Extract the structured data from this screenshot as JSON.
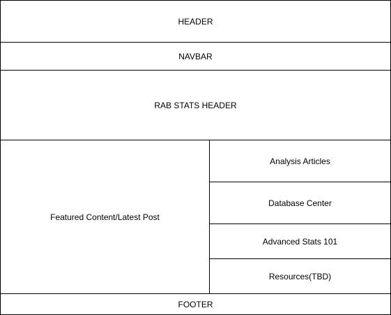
{
  "diagram": {
    "header": "HEADER",
    "navbar": "NAVBAR",
    "rab_stats_header": "RAB STATS HEADER",
    "featured": "Featured Content/Latest Post",
    "sidebar": {
      "analysis": "Analysis Articles",
      "database": "Database Center",
      "advanced": "Advanced Stats 101",
      "resources": "Resources(TBD)"
    },
    "footer": "FOOTER"
  }
}
